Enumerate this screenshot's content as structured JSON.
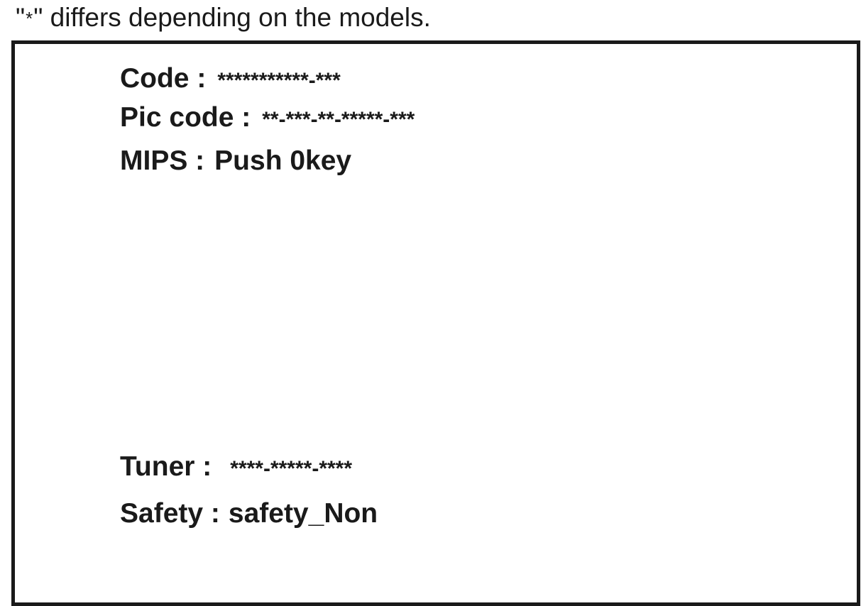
{
  "note": {
    "prefix": "\"",
    "mark": "*",
    "suffix": "\" differs depending on the models."
  },
  "screen": {
    "code": {
      "label": "Code :",
      "value": "***********-***"
    },
    "pic_code": {
      "label": "Pic code :",
      "value": "**-***-**-*****-***"
    },
    "mips": {
      "label": "MIPS :",
      "value": "Push 0key"
    },
    "tuner": {
      "label": "Tuner :",
      "value": "****-*****-****"
    },
    "safety": {
      "label": "Safety :",
      "value": "safety_Non"
    }
  }
}
